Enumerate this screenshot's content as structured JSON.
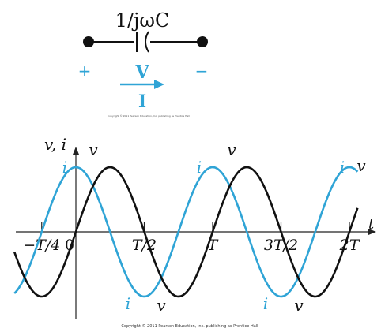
{
  "circuit": {
    "impedance_label": "1/jωC",
    "plus_sign": "+",
    "minus_sign": "−",
    "voltage_label": "V",
    "current_label": "I",
    "copyright_small": "Copyright © 2011 Pearson Education, Inc. publishing as Prentice Hall"
  },
  "plot": {
    "y_axis_label": "v, i",
    "x_axis_label": "t",
    "ticks": [
      {
        "label": "−T/4"
      },
      {
        "label": "0"
      },
      {
        "label": "T/2"
      },
      {
        "label": "T"
      },
      {
        "label": "3T/2"
      },
      {
        "label": "2T"
      }
    ],
    "curve_labels": [
      {
        "label": "i",
        "series": "current"
      },
      {
        "label": "v",
        "series": "voltage"
      },
      {
        "label": "i",
        "series": "current"
      },
      {
        "label": "v",
        "series": "voltage"
      },
      {
        "label": "i",
        "series": "current"
      },
      {
        "label": "v",
        "series": "voltage"
      },
      {
        "label": "i",
        "series": "current"
      },
      {
        "label": "v",
        "series": "voltage"
      },
      {
        "label": "i",
        "series": "current"
      },
      {
        "label": "v",
        "series": "voltage"
      }
    ],
    "copyright": "Copyright © 2011 Pearson Education, Inc. publishing as Prentice Hall"
  },
  "colors": {
    "voltage": "#111111",
    "current": "#2fa4d6"
  }
}
